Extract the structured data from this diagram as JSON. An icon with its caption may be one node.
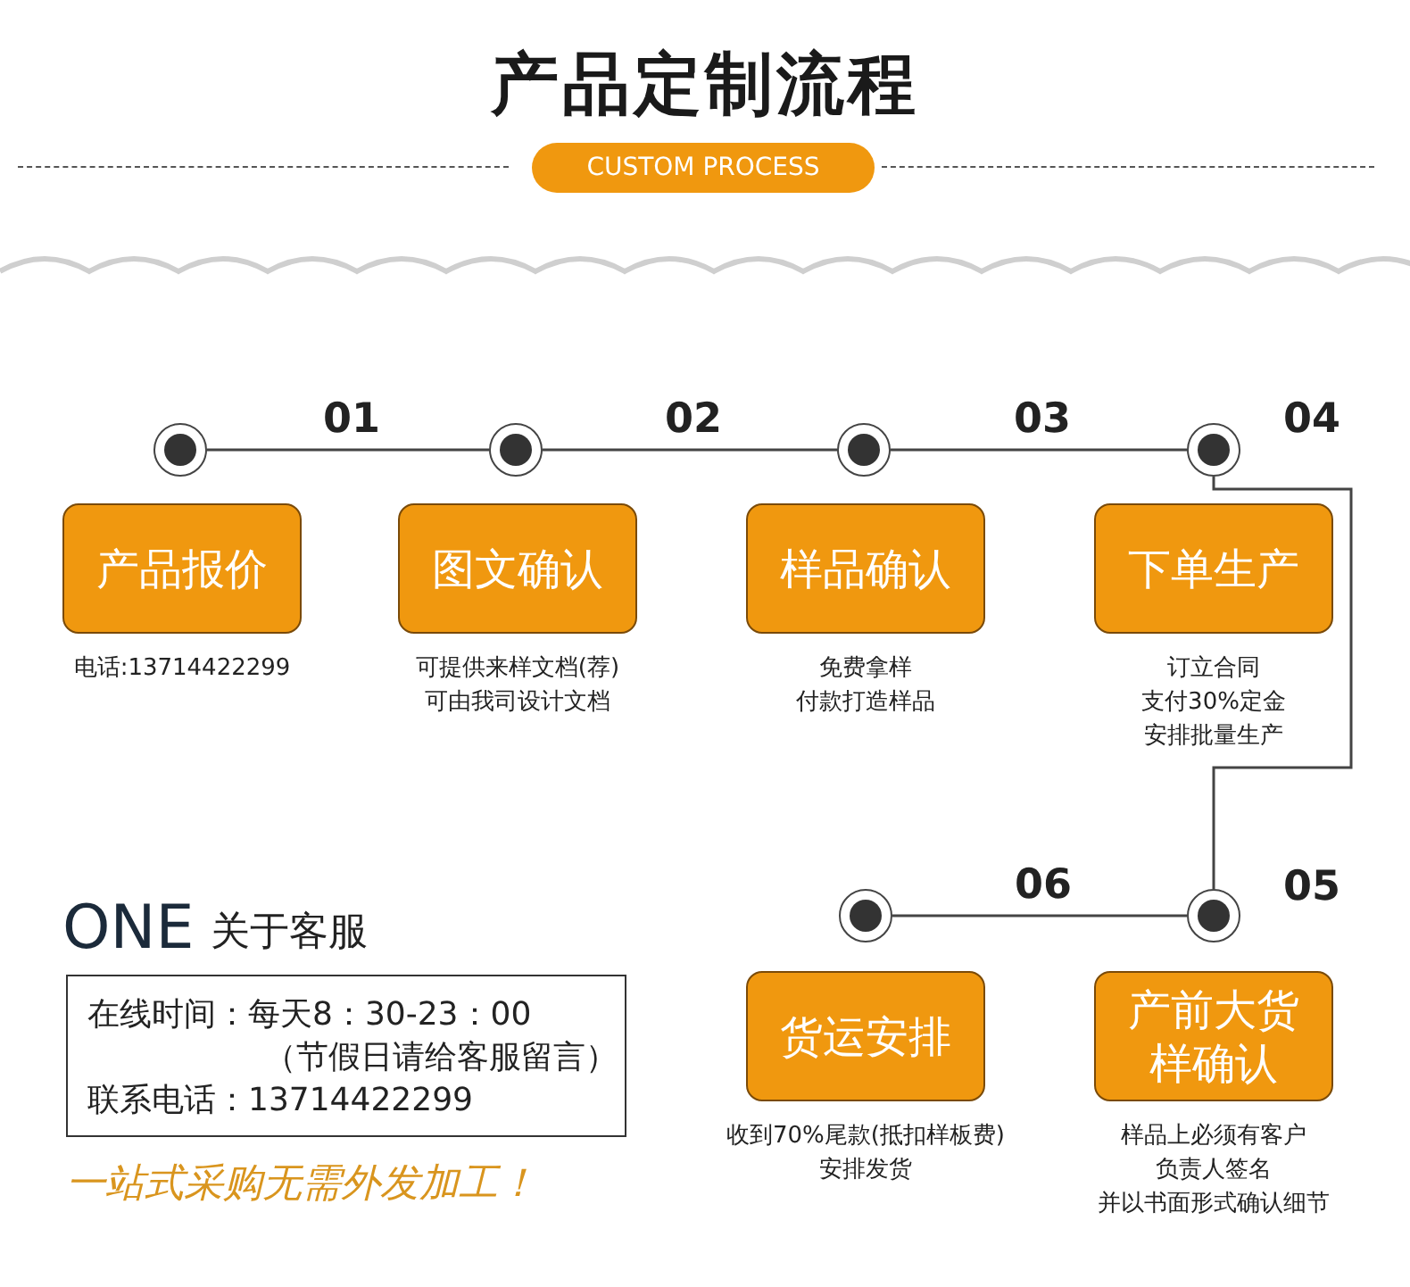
{
  "diagram": {
    "title": "产品定制流程",
    "nodes": [
      {
        "text": [],
        "shape": "circle"
      },
      {
        "text": [],
        "shape": "circle"
      },
      {
        "text": [],
        "shape": "circle"
      },
      {
        "text": [],
        "shape": "circle",
        "beside": [
          "04"
        ]
      },
      {
        "text": [
          "产品报价"
        ],
        "beside": [
          "电话:13714422299"
        ]
      },
      {
        "text": [
          "图文确认"
        ],
        "beside": [
          "可提供来样文档(荐)",
          "可由我司设计文档"
        ]
      },
      {
        "text": [
          "样品确认"
        ],
        "beside": [
          "免费拿样",
          "付款打造样品"
        ]
      },
      {
        "text": [
          "下单生产"
        ],
        "beside": [
          "订立合同",
          "支付30%定金",
          "安排批量生产"
        ]
      },
      {
        "text": [
          "在线时间：每天8：30-23：00",
          "（节假日请给客服留言）",
          "联系电话：13714422299"
        ]
      },
      {
        "text": [],
        "shape": "circle"
      },
      {
        "text": [],
        "shape": "circle",
        "beside": [
          "05"
        ]
      },
      {
        "text": [
          "货运安排"
        ],
        "beside": [
          "收到70%尾款(抵扣样板费)",
          "安排发货"
        ]
      },
      {
        "text": [
          "产前大货样确认"
        ],
        "beside": [
          "样品上必须有客户",
          "负责人签名",
          "并以书面形式确认细节"
        ]
      }
    ],
    "edges": [
      {
        "from": 0,
        "to": 1,
        "arrow": "none",
        "label": "01"
      },
      {
        "from": 1,
        "to": 2,
        "arrow": "none",
        "label": "02"
      },
      {
        "from": 2,
        "to": 3,
        "arrow": "none",
        "label": "03"
      },
      {
        "from": 3,
        "to": 10,
        "arrow": "none"
      },
      {
        "from": 10,
        "to": 9,
        "arrow": "none",
        "label": "06"
      }
    ],
    "labels": [
      "CUSTOM PROCESS",
      "ONE",
      "关于客服",
      "一站式采购无需外发加工！"
    ]
  }
}
